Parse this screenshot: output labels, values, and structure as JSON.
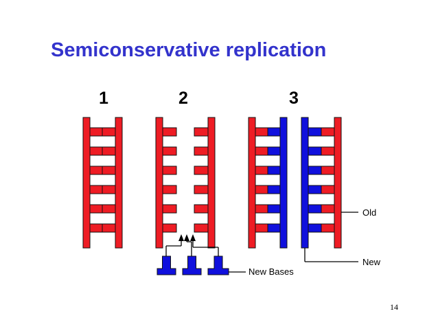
{
  "slide": {
    "title": "Semiconservative replication",
    "page_number": "14"
  },
  "steps": [
    {
      "number": "1"
    },
    {
      "number": "2"
    },
    {
      "number": "3"
    }
  ],
  "labels": {
    "old": "Old",
    "new": "New",
    "new_bases": "New Bases"
  },
  "colors": {
    "title": "#3333cc",
    "old_strand": "#ee1c24",
    "new_strand": "#1010dd",
    "outline": "#111111"
  },
  "icons": [
    "dna-ladder-icon",
    "new-base-icon",
    "arrow-up-icon"
  ]
}
